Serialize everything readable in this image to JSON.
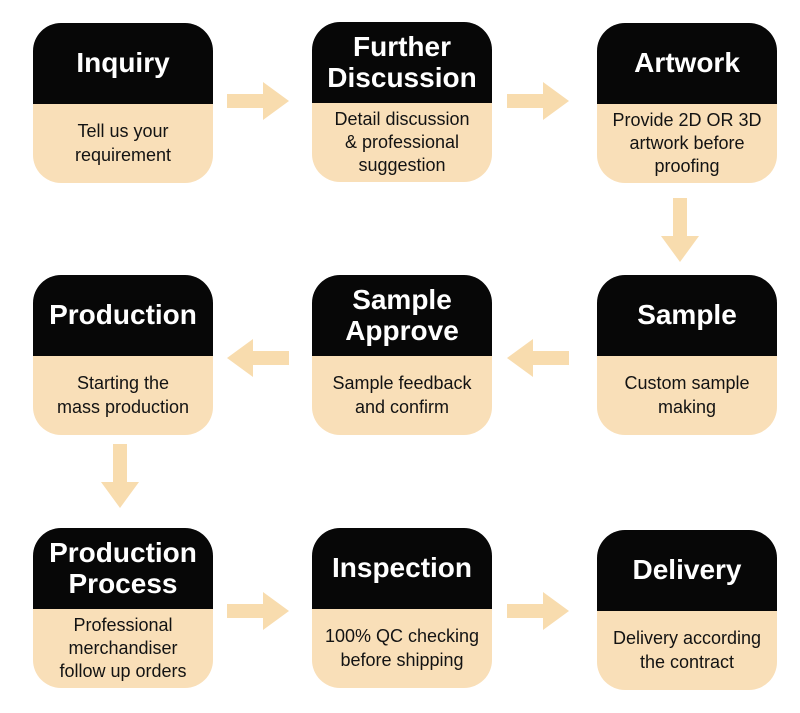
{
  "diagram": {
    "type": "process-flowchart",
    "background": "#ffffff"
  },
  "colors": {
    "card_top_bg": "#070707",
    "card_bottom_bg": "#f9dfb8",
    "arrow": "#f8dcae",
    "title_text": "#ffffff",
    "description_text": "#131313"
  },
  "steps": [
    {
      "id": "inquiry",
      "title": "Inquiry",
      "description": "Tell us your\nrequirement"
    },
    {
      "id": "further-discussion",
      "title": "Further\nDiscussion",
      "description": "Detail discussion\n& professional\nsuggestion"
    },
    {
      "id": "artwork",
      "title": "Artwork",
      "description": "Provide 2D OR 3D\nartwork before\nproofing"
    },
    {
      "id": "sample",
      "title": "Sample",
      "description": "Custom sample\nmaking"
    },
    {
      "id": "sample-approve",
      "title": "Sample\nApprove",
      "description": "Sample feedback\nand confirm"
    },
    {
      "id": "production",
      "title": "Production",
      "description": "Starting the\nmass production"
    },
    {
      "id": "production-process",
      "title": "Production\nProcess",
      "description": "Professional\nmerchandiser\nfollow up orders"
    },
    {
      "id": "inspection",
      "title": "Inspection",
      "description": "100% QC checking\nbefore shipping"
    },
    {
      "id": "delivery",
      "title": "Delivery",
      "description": "Delivery according\nthe contract"
    }
  ],
  "flow": [
    {
      "from": "inquiry",
      "to": "further-discussion",
      "direction": "right"
    },
    {
      "from": "further-discussion",
      "to": "artwork",
      "direction": "right"
    },
    {
      "from": "artwork",
      "to": "sample",
      "direction": "down"
    },
    {
      "from": "sample",
      "to": "sample-approve",
      "direction": "left"
    },
    {
      "from": "sample-approve",
      "to": "production",
      "direction": "left"
    },
    {
      "from": "production",
      "to": "production-process",
      "direction": "down"
    },
    {
      "from": "production-process",
      "to": "inspection",
      "direction": "right"
    },
    {
      "from": "inspection",
      "to": "delivery",
      "direction": "right"
    }
  ]
}
